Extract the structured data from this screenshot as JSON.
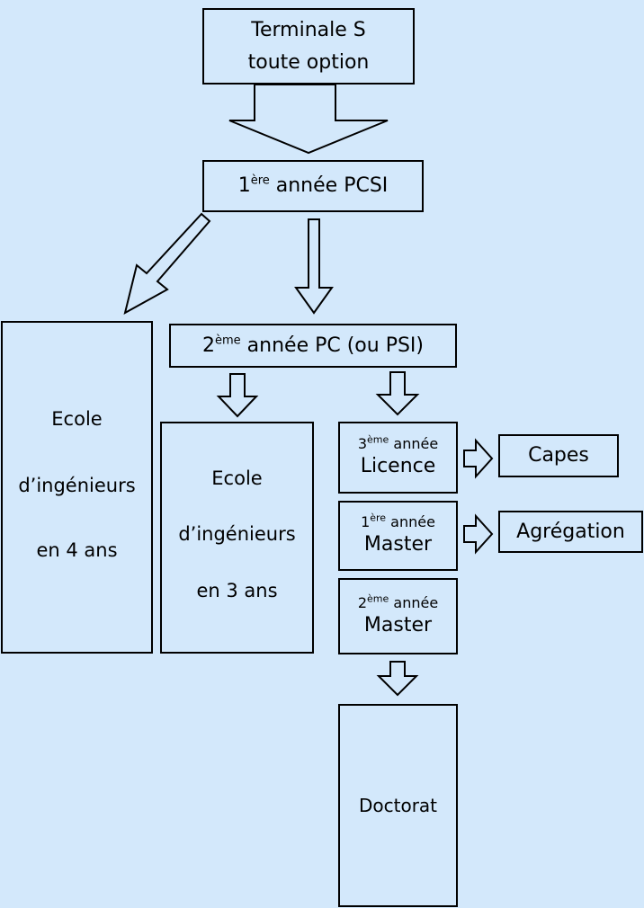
{
  "nodes": {
    "terminale": {
      "line1": "Terminale S",
      "line2": "toute option"
    },
    "pcsi": {
      "ordinal": "1",
      "suffix": "ère",
      "rest": " année PCSI"
    },
    "pc": {
      "ordinal": "2",
      "suffix": "ème",
      "rest": " année PC (ou PSI)"
    },
    "ecole4": {
      "line1": "Ecole",
      "line2": "d’ingénieurs",
      "line3": "en 4 ans"
    },
    "ecole3": {
      "line1": "Ecole",
      "line2": "d’ingénieurs",
      "line3": "en 3 ans"
    },
    "licence": {
      "ordinal": "3",
      "suffix": "ème",
      "rest": " année",
      "label": "Licence"
    },
    "master1": {
      "ordinal": "1",
      "suffix": "ère",
      "rest": " année",
      "label": "Master"
    },
    "master2": {
      "ordinal": "2",
      "suffix": "ème",
      "rest": " année",
      "label": "Master"
    },
    "capes": {
      "label": "Capes"
    },
    "agregation": {
      "label": "Agrégation"
    },
    "doctorat": {
      "label": "Doctorat"
    }
  },
  "colors": {
    "background": "#d3e8fb",
    "stroke": "#000000"
  }
}
